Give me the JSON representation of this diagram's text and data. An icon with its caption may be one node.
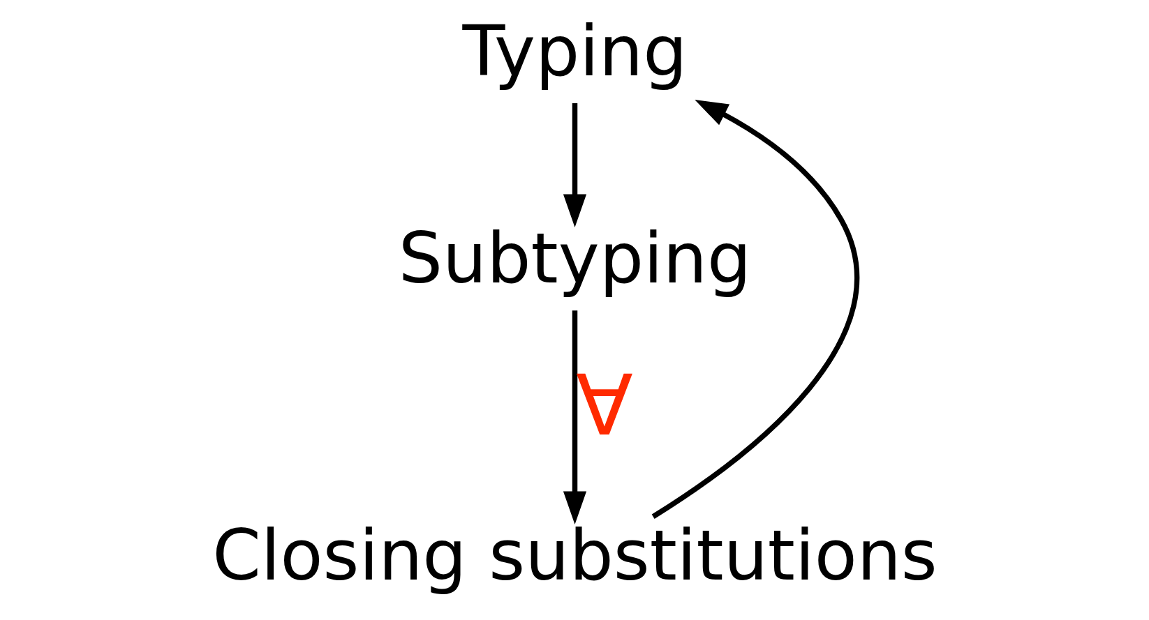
{
  "diagram": {
    "nodes": [
      {
        "text": [
          "Typing"
        ]
      },
      {
        "text": [
          "Subtyping"
        ]
      },
      {
        "text": [
          "Closing substitutions"
        ]
      }
    ],
    "edges": [
      {
        "from": 0,
        "to": 1,
        "arrow": "to"
      },
      {
        "from": 1,
        "to": 2,
        "arrow": "to",
        "label": "∀"
      },
      {
        "from": 2,
        "to": 0,
        "arrow": "to"
      }
    ]
  }
}
